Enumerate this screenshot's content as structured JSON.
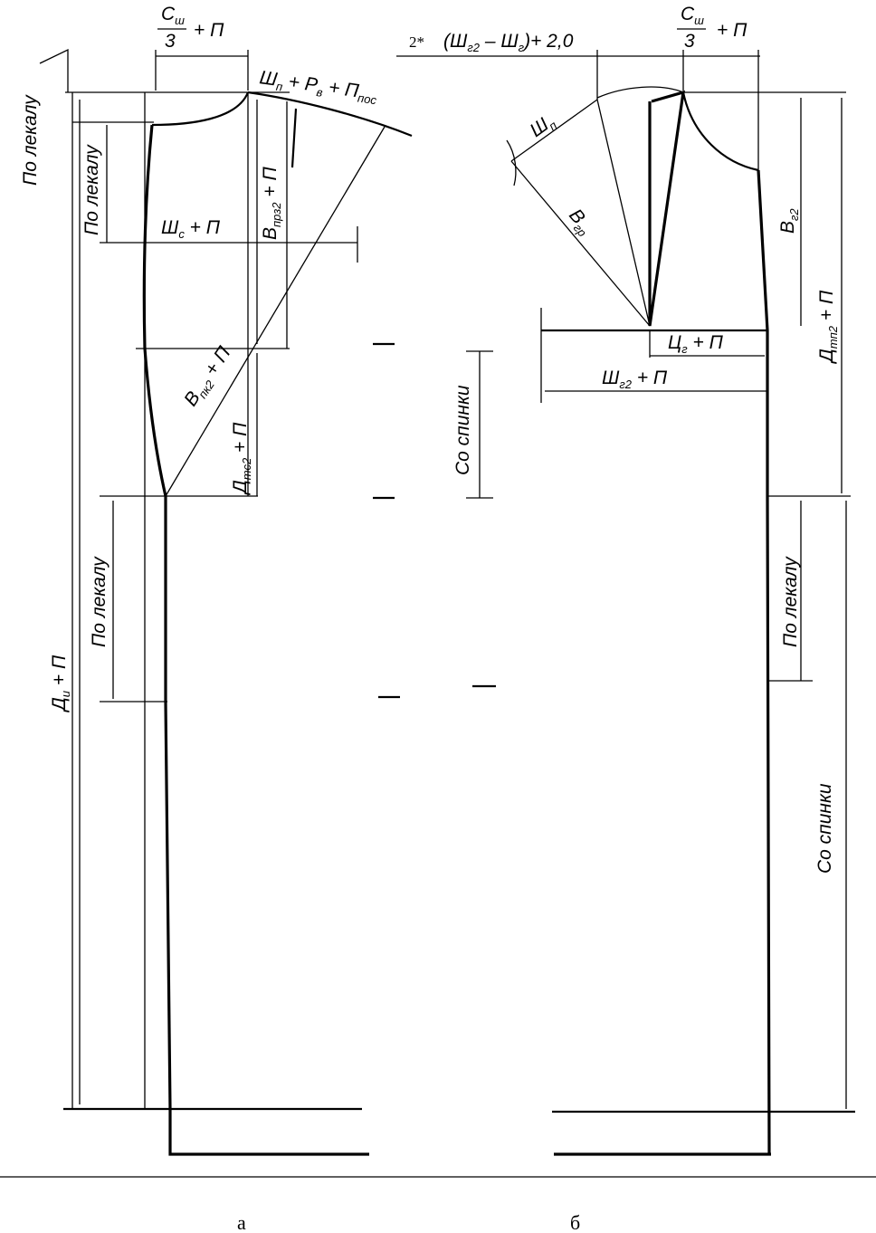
{
  "figure": {
    "panel_a": {
      "caption": "а",
      "labels": {
        "collar_fraction_num": "С",
        "collar_fraction_num_sub": "ш",
        "collar_fraction_den": "3",
        "plus_p": "+  П",
        "shoulder": "Ш",
        "shoulder_sub": "п",
        "shoulder_rest": " + Р",
        "shoulder_rest_sub": "в",
        "shoulder_plus": " + П",
        "shoulder_plus_sub": "пос",
        "by_template_1": "По лекалу",
        "by_template_2": "По лекалу",
        "by_template_3": "По лекалу",
        "chest_width": "Ш",
        "chest_width_sub": "с",
        "chest_width_rest": " + П",
        "armhole_height": "В",
        "armhole_height_sub": "прз2",
        "armhole_height_rest": " + П",
        "shoulder_slope": "В",
        "shoulder_slope_sub": "пк2",
        "shoulder_slope_rest": " + П",
        "front_length": "Д",
        "front_length_sub": "тс2",
        "front_length_rest": " + П",
        "product_length": "Д",
        "product_length_sub": "и",
        "product_length_rest": " + П"
      }
    },
    "panel_b": {
      "caption": "б",
      "labels": {
        "dart_formula_prefix": "2*",
        "dart_formula_a": "(Ш",
        "dart_formula_a_sub": "г2",
        "dart_formula_b": " – Ш",
        "dart_formula_b_sub": "г",
        "dart_formula_c": ")+ 2,0",
        "collar_fraction_num": "С",
        "collar_fraction_num_sub": "ш",
        "collar_fraction_den": "3",
        "plus_p": "+  П",
        "shoulder": "Ш",
        "shoulder_sub": "п",
        "bust_height": "В",
        "bust_height_sub": "гр",
        "chest_height": "В",
        "chest_height_sub": "г2",
        "bust_center": "Ц",
        "bust_center_sub": "г",
        "bust_center_rest": " + П",
        "chest_width": "Ш",
        "chest_width_sub": "г2",
        "chest_width_rest": " + П",
        "front_length": "Д",
        "front_length_sub": "тп2",
        "front_length_rest": " + П",
        "from_back_1": "Со спинки",
        "from_back_2": "Со спинки",
        "by_template": "По лекалу"
      }
    }
  }
}
